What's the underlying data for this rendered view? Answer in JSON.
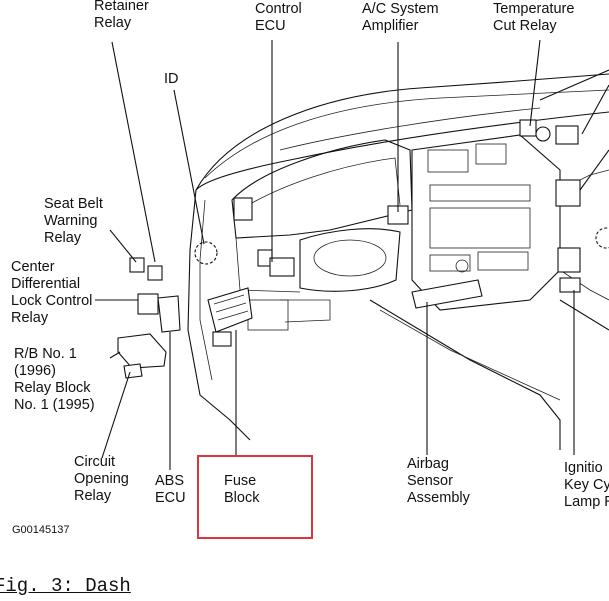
{
  "labels": {
    "retainer_relay": "Retainer\nRelay",
    "control_ecu": "Control\nECU",
    "ac_amplifier": "A/C System\nAmplifier",
    "temp_cut_relay": "Temperature\nCut Relay",
    "id": "ID",
    "seat_belt_relay": "Seat Belt\nWarning\nRelay",
    "center_diff_relay": "Center\nDifferential\nLock Control\nRelay",
    "rb_relay_block": "R/B No. 1\n(1996)\nRelay Block\nNo. 1 (1995)",
    "circuit_opening_relay": "Circuit\nOpening\nRelay",
    "abs_ecu": "ABS\nECU",
    "fuse_block": "Fuse\nBlock",
    "airbag_sensor": "Airbag\nSensor\nAssembly",
    "ignition_key": "Ignitio\nKey Cy\nLamp R"
  },
  "figure_code": "G00145137",
  "caption": "Fig. 3: Dash",
  "highlight": {
    "target": "fuse_block",
    "color": "#d9363e"
  }
}
